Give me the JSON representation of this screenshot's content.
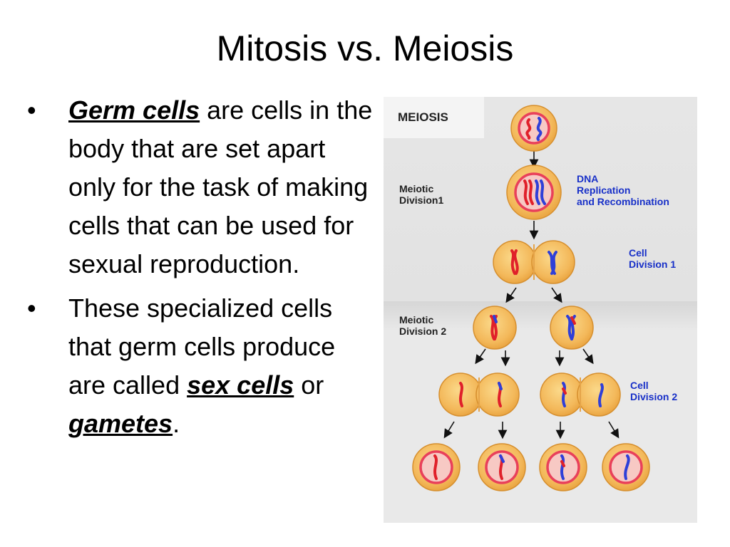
{
  "slide": {
    "title": "Mitosis vs. Meiosis",
    "bullets": [
      {
        "term": "Germ cells",
        "text": " are cells in the body that are set apart only for the task of making cells that can be used for sexual reproduction."
      },
      {
        "text_before": "These specialized cells that germ cells produce are called ",
        "term1": "sex cells",
        "text_middle": " or ",
        "term2": "gametes",
        "text_after": "."
      }
    ]
  },
  "figure": {
    "header": "MEIOSIS",
    "labels": {
      "meiotic_division_1": [
        "Meiotic",
        "Division1"
      ],
      "dna_replication": [
        "DNA",
        "Replication",
        "and Recombination"
      ],
      "cell_division_1": [
        "Cell",
        "Division 1"
      ],
      "meiotic_division_2": [
        "Meiotic",
        "Division 2"
      ],
      "cell_division_2": [
        "Cell",
        "Division 2"
      ]
    },
    "colors": {
      "cell_outer": "#f2b64e",
      "nucleus_ring": "#e9405a",
      "nucleus_fill": "#f7c9c4",
      "chromosome_red": "#e0202a",
      "chromosome_blue": "#2f3fd8",
      "label_blue": "#1830c8",
      "arrow": "#111111"
    }
  }
}
